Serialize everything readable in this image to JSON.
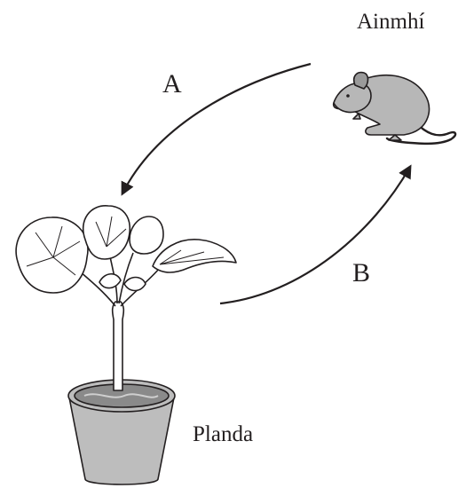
{
  "labels": {
    "animal": "Ainmhí",
    "arrow_a": "A",
    "arrow_b": "B",
    "plant": "Planda"
  },
  "colors": {
    "ink": "#231f20",
    "fill_grey": "#b7b7b7",
    "dark_grey": "#8a8a8a",
    "pot_grey": "#bdbdbd"
  },
  "icons": {
    "animal": "mouse-icon",
    "plant": "potted-plant-icon"
  }
}
